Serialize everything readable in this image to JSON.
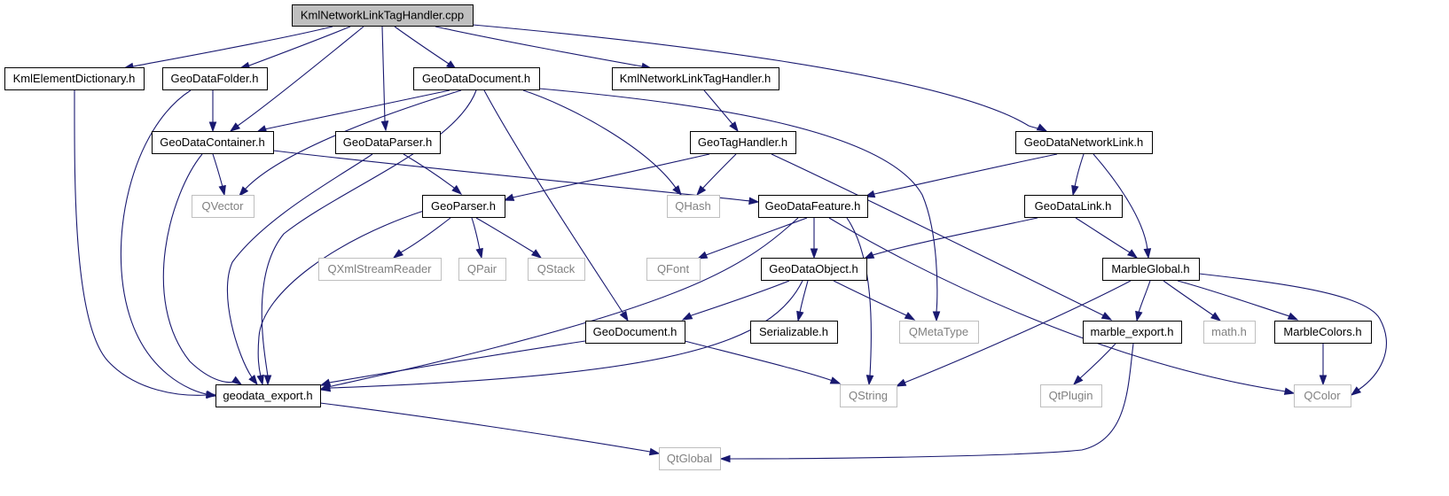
{
  "diagram": {
    "colors": {
      "edge": "#191970",
      "box_border": "#000000",
      "system_border": "#bfbfbf",
      "system_text": "#808080",
      "text": "#000000",
      "root_fill": "#bfbfbf"
    },
    "nodes": [
      {
        "id": "root",
        "label": "KmlNetworkLinkTagHandler.cpp",
        "kind": "root"
      },
      {
        "id": "ked",
        "label": "KmlElementDictionary.h",
        "kind": "file"
      },
      {
        "id": "gdf",
        "label": "GeoDataFolder.h",
        "kind": "file"
      },
      {
        "id": "gdd",
        "label": "GeoDataDocument.h",
        "kind": "file"
      },
      {
        "id": "knl",
        "label": "KmlNetworkLinkTagHandler.h",
        "kind": "file"
      },
      {
        "id": "gdc",
        "label": "GeoDataContainer.h",
        "kind": "file"
      },
      {
        "id": "gdp",
        "label": "GeoDataParser.h",
        "kind": "file"
      },
      {
        "id": "gth",
        "label": "GeoTagHandler.h",
        "kind": "file"
      },
      {
        "id": "gdnl",
        "label": "GeoDataNetworkLink.h",
        "kind": "file"
      },
      {
        "id": "qvector",
        "label": "QVector",
        "kind": "system"
      },
      {
        "id": "gp",
        "label": "GeoParser.h",
        "kind": "file"
      },
      {
        "id": "qhash",
        "label": "QHash",
        "kind": "system"
      },
      {
        "id": "gdfeat",
        "label": "GeoDataFeature.h",
        "kind": "file"
      },
      {
        "id": "gdl",
        "label": "GeoDataLink.h",
        "kind": "file"
      },
      {
        "id": "qxml",
        "label": "QXmlStreamReader",
        "kind": "system"
      },
      {
        "id": "qpair",
        "label": "QPair",
        "kind": "system"
      },
      {
        "id": "qstack",
        "label": "QStack",
        "kind": "system"
      },
      {
        "id": "qfont",
        "label": "QFont",
        "kind": "system"
      },
      {
        "id": "gdo",
        "label": "GeoDataObject.h",
        "kind": "file"
      },
      {
        "id": "mg",
        "label": "MarbleGlobal.h",
        "kind": "file"
      },
      {
        "id": "gdoc",
        "label": "GeoDocument.h",
        "kind": "file"
      },
      {
        "id": "ser",
        "label": "Serializable.h",
        "kind": "file"
      },
      {
        "id": "qmeta",
        "label": "QMetaType",
        "kind": "system"
      },
      {
        "id": "mexp",
        "label": "marble_export.h",
        "kind": "file"
      },
      {
        "id": "math",
        "label": "math.h",
        "kind": "system"
      },
      {
        "id": "mcol",
        "label": "MarbleColors.h",
        "kind": "file"
      },
      {
        "id": "gexp",
        "label": "geodata_export.h",
        "kind": "file"
      },
      {
        "id": "qstring",
        "label": "QString",
        "kind": "system"
      },
      {
        "id": "qtplugin",
        "label": "QtPlugin",
        "kind": "system"
      },
      {
        "id": "qcolor",
        "label": "QColor",
        "kind": "system"
      },
      {
        "id": "qtglobal",
        "label": "QtGlobal",
        "kind": "system"
      }
    ],
    "edges": [
      {
        "from": "root",
        "to": "ked"
      },
      {
        "from": "root",
        "to": "gdf"
      },
      {
        "from": "root",
        "to": "gdd"
      },
      {
        "from": "root",
        "to": "knl"
      },
      {
        "from": "root",
        "to": "gdnl"
      },
      {
        "from": "root",
        "to": "gdc"
      },
      {
        "from": "root",
        "to": "gdp"
      },
      {
        "from": "ked",
        "to": "gexp"
      },
      {
        "from": "gdf",
        "to": "gdc"
      },
      {
        "from": "gdf",
        "to": "gexp"
      },
      {
        "from": "gdd",
        "to": "gdc"
      },
      {
        "from": "gdd",
        "to": "qvector"
      },
      {
        "from": "gdd",
        "to": "gexp"
      },
      {
        "from": "gdd",
        "to": "gdoc"
      },
      {
        "from": "gdd",
        "to": "qhash"
      },
      {
        "from": "gdd",
        "to": "qmeta"
      },
      {
        "from": "knl",
        "to": "gth"
      },
      {
        "from": "gdc",
        "to": "qvector"
      },
      {
        "from": "gdc",
        "to": "gexp"
      },
      {
        "from": "gdc",
        "to": "gdfeat"
      },
      {
        "from": "gdp",
        "to": "gp"
      },
      {
        "from": "gdp",
        "to": "gexp"
      },
      {
        "from": "gth",
        "to": "gp"
      },
      {
        "from": "gth",
        "to": "qhash"
      },
      {
        "from": "gth",
        "to": "mexp"
      },
      {
        "from": "gdnl",
        "to": "gdfeat"
      },
      {
        "from": "gdnl",
        "to": "gdl"
      },
      {
        "from": "gdnl",
        "to": "mg"
      },
      {
        "from": "gp",
        "to": "qxml"
      },
      {
        "from": "gp",
        "to": "qpair"
      },
      {
        "from": "gp",
        "to": "qstack"
      },
      {
        "from": "gp",
        "to": "gexp"
      },
      {
        "from": "gdfeat",
        "to": "qfont"
      },
      {
        "from": "gdfeat",
        "to": "gdo"
      },
      {
        "from": "gdfeat",
        "to": "gexp"
      },
      {
        "from": "gdfeat",
        "to": "qstring"
      },
      {
        "from": "gdfeat",
        "to": "qcolor"
      },
      {
        "from": "gdl",
        "to": "gdo"
      },
      {
        "from": "gdl",
        "to": "mg"
      },
      {
        "from": "gdo",
        "to": "gdoc"
      },
      {
        "from": "gdo",
        "to": "ser"
      },
      {
        "from": "gdo",
        "to": "qmeta"
      },
      {
        "from": "gdo",
        "to": "gexp"
      },
      {
        "from": "mg",
        "to": "qstring"
      },
      {
        "from": "mg",
        "to": "mexp"
      },
      {
        "from": "mg",
        "to": "math"
      },
      {
        "from": "mg",
        "to": "mcol"
      },
      {
        "from": "mg",
        "to": "qcolor"
      },
      {
        "from": "gdoc",
        "to": "gexp"
      },
      {
        "from": "gdoc",
        "to": "qstring"
      },
      {
        "from": "mexp",
        "to": "qtplugin"
      },
      {
        "from": "mexp",
        "to": "qtglobal"
      },
      {
        "from": "mcol",
        "to": "qcolor"
      },
      {
        "from": "gexp",
        "to": "qtglobal"
      }
    ]
  }
}
